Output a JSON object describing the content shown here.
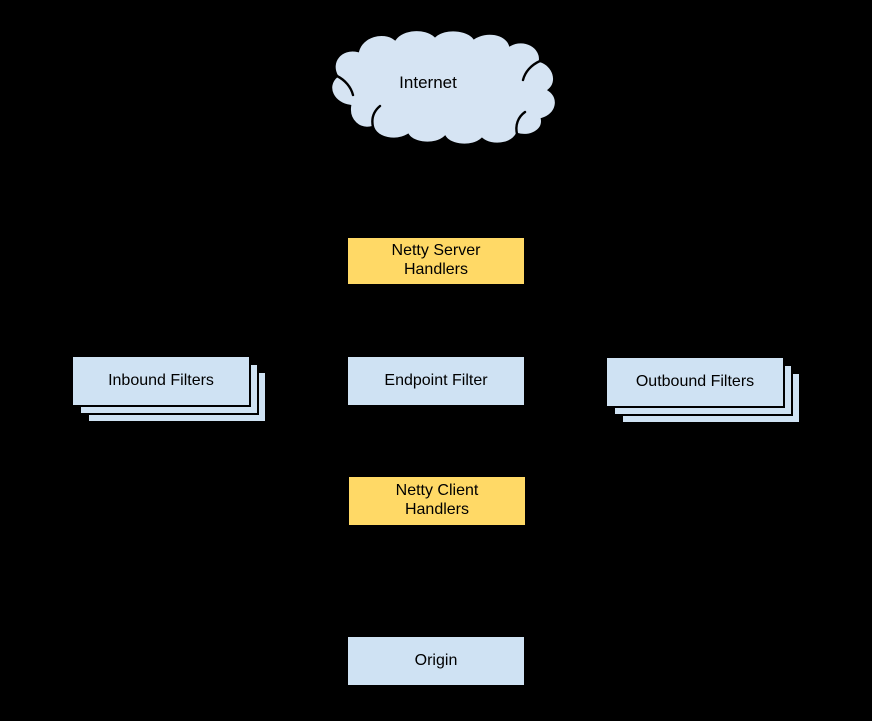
{
  "colors": {
    "background": "#000000",
    "box_blue": "#cfe2f3",
    "box_yellow": "#ffd966",
    "cloud_fill": "#d6e4f3",
    "border": "#000000",
    "text": "#000000"
  },
  "nodes": {
    "internet": {
      "label": "Internet",
      "shape": "cloud"
    },
    "netty_server_handlers": {
      "label": "Netty Server\nHandlers",
      "color": "yellow"
    },
    "inbound_filters": {
      "label": "Inbound Filters",
      "color": "blue",
      "stacked": true
    },
    "endpoint_filter": {
      "label": "Endpoint Filter",
      "color": "blue"
    },
    "outbound_filters": {
      "label": "Outbound Filters",
      "color": "blue",
      "stacked": true
    },
    "netty_client_handlers": {
      "label": "Netty Client\nHandlers",
      "color": "yellow"
    },
    "origin": {
      "label": "Origin",
      "color": "blue"
    }
  }
}
